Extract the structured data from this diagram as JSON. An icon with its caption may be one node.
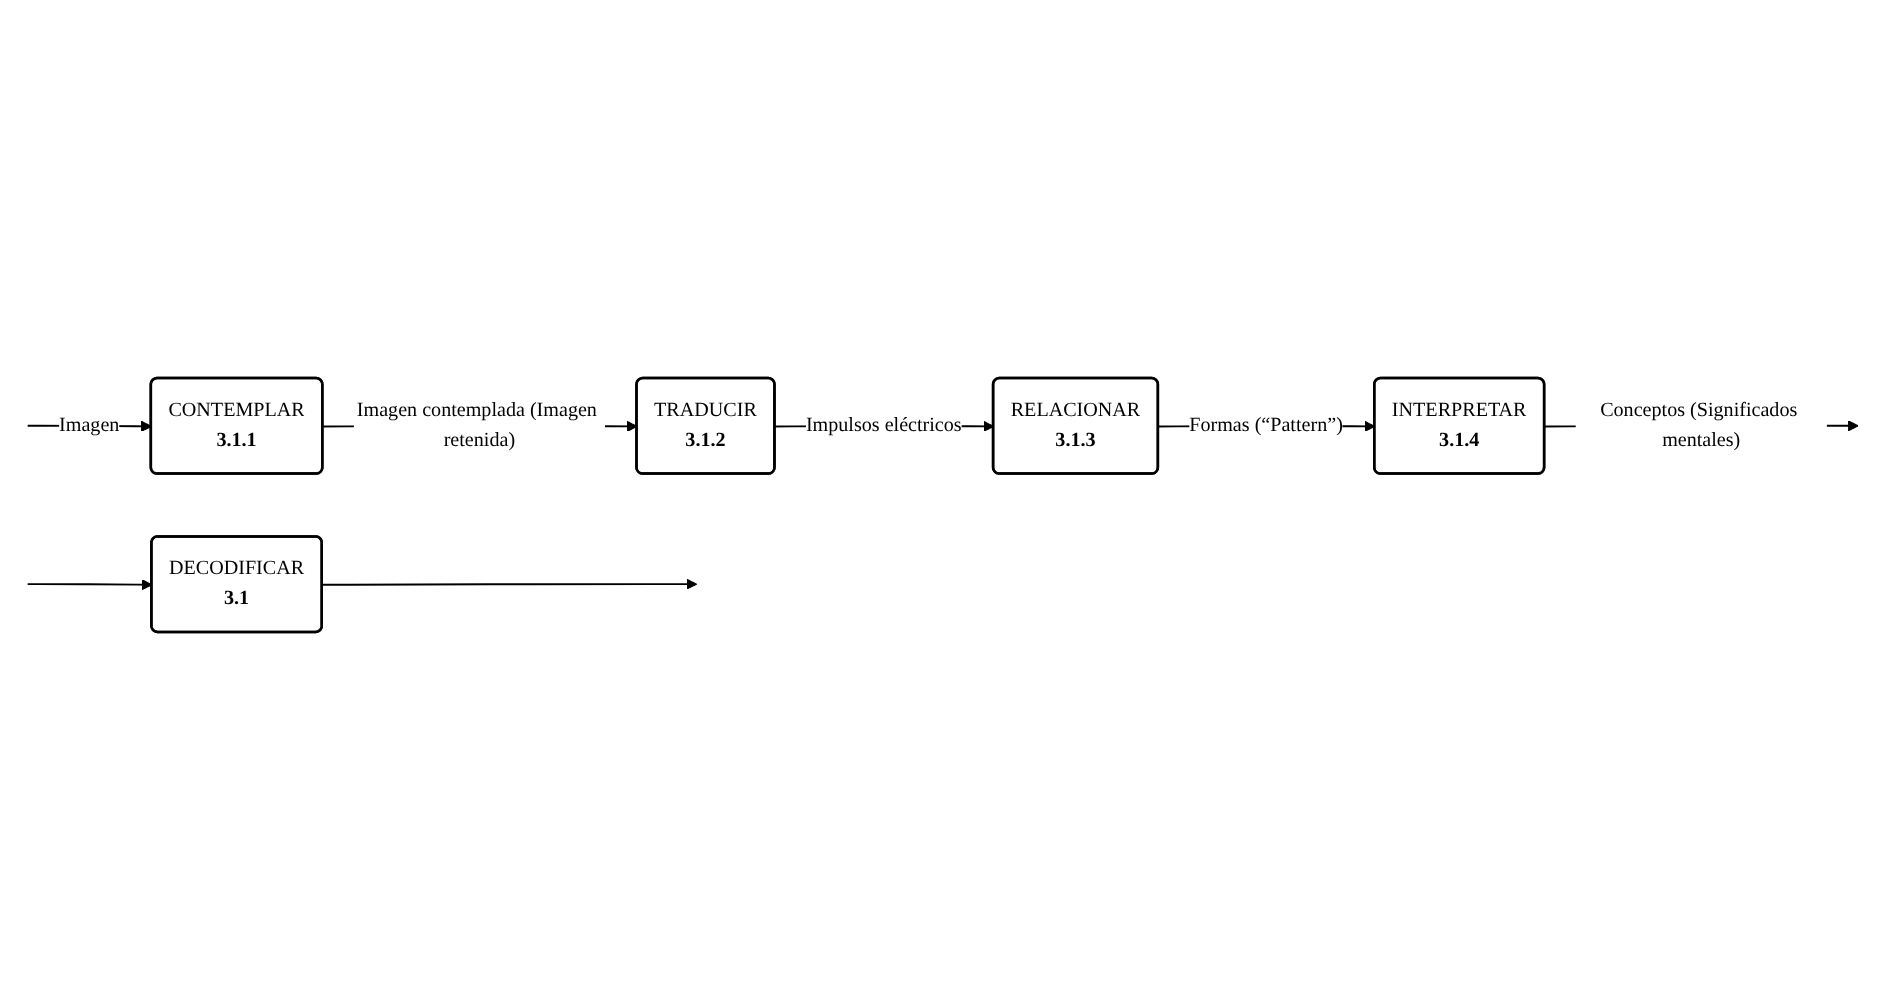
{
  "diagram": {
    "nodes": [
      {
        "text": [
          "DECODIFICAR",
          "3.1"
        ]
      },
      {
        "text": [
          "CONTEMPLAR",
          "3.1.1"
        ]
      },
      {
        "text": [
          "TRADUCIR",
          "3.1.2"
        ]
      },
      {
        "text": [
          "RELACIONAR",
          "3.1.3"
        ]
      },
      {
        "text": [
          "INTERPRETAR",
          "3.1.4"
        ]
      }
    ],
    "edges": [
      {
        "from": null,
        "to": 0,
        "arrow": "to"
      },
      {
        "from": 0,
        "to": null,
        "arrow": "to"
      },
      {
        "from": null,
        "to": 1,
        "arrow": "to",
        "label": "Imagen"
      },
      {
        "from": 1,
        "to": 2,
        "arrow": "to",
        "label": "Imagen contemplada (Imagen retenida)"
      },
      {
        "from": 2,
        "to": 3,
        "arrow": "to",
        "label": "Impulsos eléctricos"
      },
      {
        "from": 3,
        "to": 4,
        "arrow": "to",
        "label": "Formas (“Pattern”)"
      },
      {
        "from": 4,
        "to": null,
        "arrow": "to",
        "label": "Conceptos (Significados mentales)"
      }
    ]
  }
}
